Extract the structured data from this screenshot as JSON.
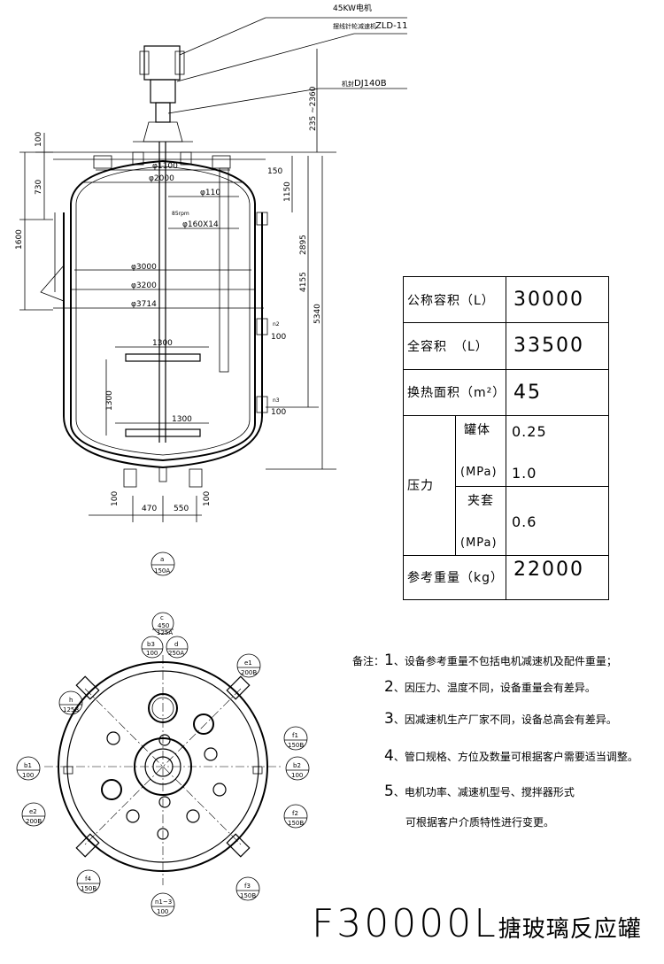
{
  "labels": {
    "motor": "45KW电机",
    "reducer_name": "摆线针轮减速机",
    "reducer_model": "ZLD-11",
    "seal_name": "机封",
    "seal_model": "DJ140B",
    "dim_235": "235 ~2360",
    "dim_100": "100",
    "dim_730": "730",
    "dim_1600": "1600",
    "dim_1100": "φ1100",
    "dim_2000": "φ2000",
    "dim_150": "150",
    "dim_1150": "1150",
    "dim_110": "φ110",
    "dim_85rpm": "85rpm",
    "dim_160x14": "φ160X14",
    "dim_2895": "2895",
    "dim_4155": "4155",
    "dim_5340": "5340",
    "dim_3000": "φ3000",
    "dim_3200": "φ3200",
    "dim_3714": "φ3714",
    "dim_1300a": "1300",
    "dim_1300b": "1300",
    "dim_1300c": "1300",
    "dim_n2": "n2",
    "dim_n3": "n3",
    "dim_100b": "100",
    "dim_100c": "100",
    "dim_100d": "100",
    "dim_470": "470",
    "dim_550": "550",
    "dim_100e": "100",
    "nozzle_a_top": "a",
    "nozzle_a_bot": "150A"
  },
  "plan_nozzles": {
    "c": {
      "top": "c",
      "mid": "450",
      "bot": "125A"
    },
    "b3": {
      "top": "b3",
      "bot": "100"
    },
    "d": {
      "top": "d",
      "bot": "250A"
    },
    "e1": {
      "top": "e1",
      "bot": "200B"
    },
    "h": {
      "top": "h",
      "bot": "125B"
    },
    "f1": {
      "top": "f1",
      "bot": "150B"
    },
    "b1": {
      "top": "b1",
      "bot": "100"
    },
    "b2": {
      "top": "b2",
      "bot": "100"
    },
    "e2": {
      "top": "e2",
      "bot": "200B"
    },
    "f2": {
      "top": "f2",
      "bot": "150B"
    },
    "f4": {
      "top": "f4",
      "bot": "150B"
    },
    "f3": {
      "top": "f3",
      "bot": "150B"
    },
    "n1": {
      "top": "n1~3",
      "bot": "100"
    }
  },
  "spec_table": {
    "nominal_label": "公称容积（L）",
    "nominal_value": "30000",
    "full_label": "全容积　（L）",
    "full_value": "33500",
    "area_label": "换热面积（m²）",
    "area_value": "45",
    "pressure_label": "压力",
    "pressure_unit1": "(MPa)",
    "pressure_unit2": "(MPa)",
    "tank_label": "罐体",
    "tank_p1": "0.25",
    "tank_p2": "1.0",
    "jacket_label": "夹套",
    "jacket_value": "0.6",
    "weight_label": "参考重量（kg）",
    "weight_value": "22000"
  },
  "notes": {
    "prefix": "备注：",
    "n1_num": "1",
    "n1": "、设备参考重量不包括电机减速机及配件重量；",
    "n2_num": "2",
    "n2": "、因压力、温度不同，设备重量会有差异。",
    "n3_num": "3",
    "n3": "、因减速机生产厂家不同，设备总高会有差异。",
    "n4_num": "4",
    "n4": "、管口规格、方位及数量可根据客户需要适当调整。",
    "n5_num": "5",
    "n5": "、电机功率、减速机型号、搅拌器形式",
    "n5b": "可根据客户介质特性进行变更。"
  },
  "title": {
    "model": "F30000L",
    "name": "搪玻璃反应罐"
  }
}
